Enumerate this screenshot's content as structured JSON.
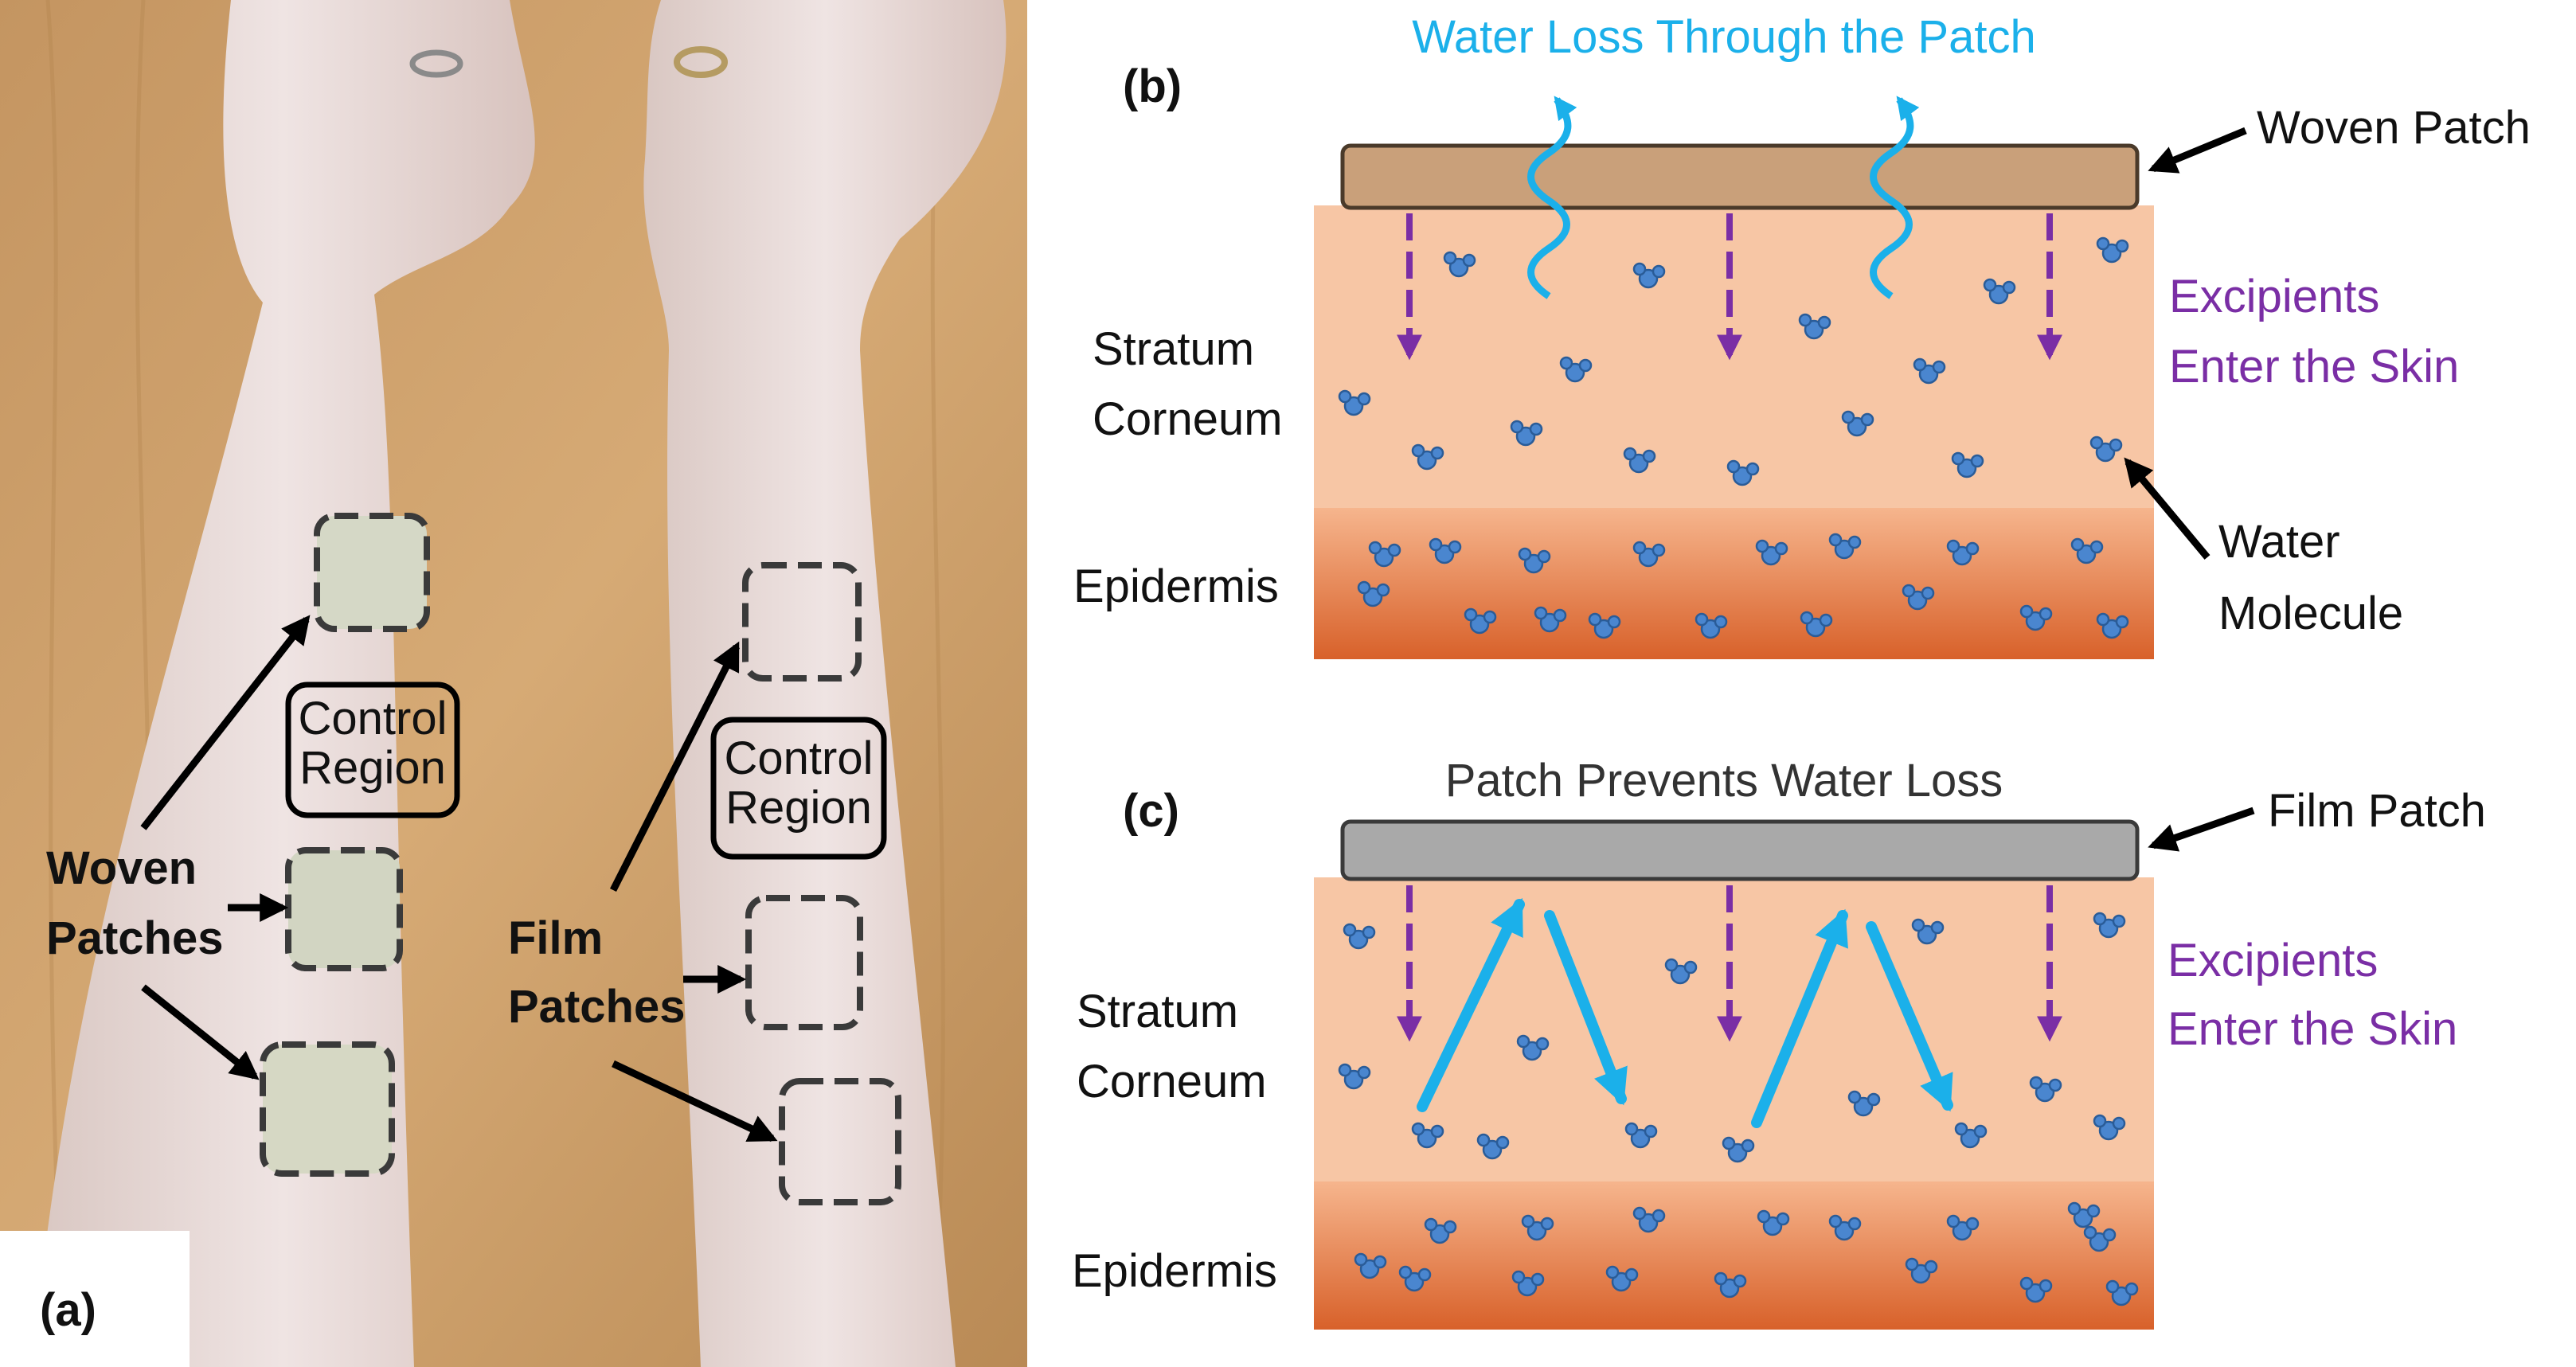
{
  "panel_a": {
    "tag": "(a)",
    "woven_label_lines": [
      "Woven",
      "Patches"
    ],
    "film_label_lines": [
      "Film",
      "Patches"
    ],
    "control_left_lines": [
      "Control",
      "Region"
    ],
    "control_right_lines": [
      "Control",
      "Region"
    ]
  },
  "panel_b": {
    "tag": "(b)",
    "title": "Water Loss Through the Patch",
    "patch_label": "Woven Patch",
    "excipients_lines": [
      "Excipients",
      "Enter the Skin"
    ],
    "stratum_lines": [
      "Stratum",
      "Corneum"
    ],
    "epidermis_label": "Epidermis",
    "water_lines": [
      "Water",
      "Molecule"
    ]
  },
  "panel_c": {
    "tag": "(c)",
    "title": "Patch Prevents Water Loss",
    "patch_label": "Film Patch",
    "excipients_lines": [
      "Excipients",
      "Enter the Skin"
    ],
    "stratum_lines": [
      "Stratum",
      "Corneum"
    ],
    "epidermis_label": "Epidermis"
  },
  "colors": {
    "woven_patch": "#c9a07a",
    "film_patch": "#a9a9a9",
    "stratum": "#f7c6a5",
    "epidermis_top": "#f4b086",
    "epidermis_bottom": "#d9652a",
    "water_arrow": "#1bb0ea",
    "excipient_arrow": "#7a2ea5",
    "molecule": "#3f7fc9"
  }
}
